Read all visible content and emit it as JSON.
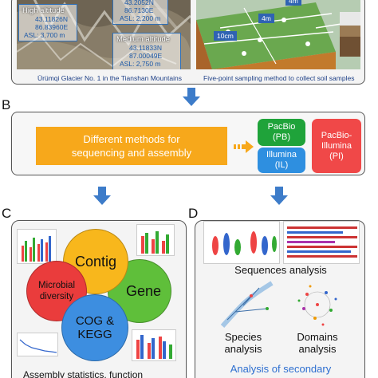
{
  "panels": {
    "b": "B",
    "c": "C",
    "d": "D"
  },
  "panel_a": {
    "sites": {
      "high": {
        "title": "High altitude",
        "lat": "43.11826N",
        "lon": "86.83960E",
        "asl": "ASL: 3,700 m"
      },
      "top": {
        "lat": "43.2052N",
        "lon": "86.7130E",
        "asl": "ASL: 2,200 m"
      },
      "medium": {
        "title": "Medium altitude",
        "lat": "43.11833N",
        "lon": "87.00049E",
        "asl": "ASL: 2,750 m"
      }
    },
    "dims": {
      "d1": "4m",
      "d2": "4m",
      "d3": "10cm"
    },
    "caption_left": "Ürümqi Glacier No. 1 in the Tianshan Mountains",
    "caption_right": "Five-point sampling method to collect soil samples"
  },
  "panel_b": {
    "methods": "Different methods for sequencing and assembly",
    "pacbio": "PacBio (PB)",
    "illumina": "Illumina (IL)",
    "hybrid": "PacBio-Illumina (PI)"
  },
  "panel_c": {
    "contig": "Contig",
    "microbial": "Microbial diversity",
    "gene": "Gene",
    "cog": "COG & KEGG",
    "bottom": "Assembly statistics, function"
  },
  "panel_d": {
    "sequences": "Sequences analysis",
    "species": "Species analysis",
    "domains": "Domains analysis",
    "secondary": "Analysis of secondary"
  },
  "colors": {
    "arrow": "#3d7cc9",
    "orange": "#f7a81b",
    "pacbio": "#1fa33a",
    "illumina": "#2e8fe0",
    "hybrid": "#f04848",
    "contig": "#f8b71c",
    "gene": "#5fbf3a",
    "cog": "#3d8ee0",
    "microbial": "#ea3c3c",
    "secondary_text": "#2e6fd0"
  }
}
